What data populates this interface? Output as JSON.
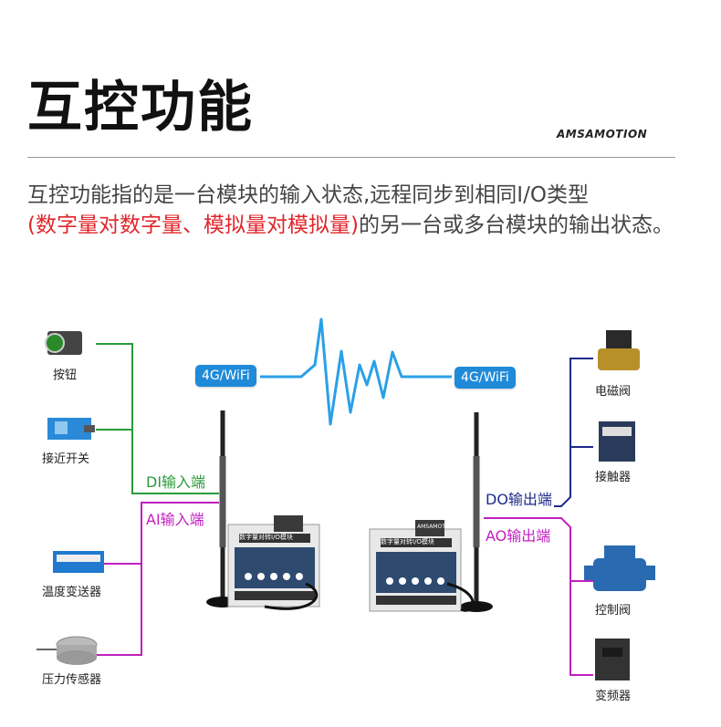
{
  "header": {
    "title": "互控功能",
    "brand": "AMSAMOTION"
  },
  "description": {
    "part1": "互控功能指的是一台模块的输入状态,远程同步到相同I/O类型",
    "highlight": "(数字量对数字量、模拟量对模拟量)",
    "part2": "的另一台或多台模块的输出状态。"
  },
  "left_module": {
    "badge": "4G/WiFi",
    "di_label": "DI输入端",
    "ai_label": "AI输入端",
    "module_text": "数字量对转I/O模块"
  },
  "right_module": {
    "badge": "4G/WiFi",
    "do_label": "DO输出端",
    "ao_label": "AO输出端",
    "module_text": "数字量对转I/O模块",
    "module_brand": "AMSAMOTION"
  },
  "left_devices": {
    "button": "按钮",
    "proximity": "接近开关",
    "temperature": "温度变送器",
    "pressure": "压力传感器"
  },
  "right_devices": {
    "solenoid": "电磁阀",
    "contactor": "接触器",
    "control_valve": "控制阀",
    "inverter": "变频器"
  },
  "colors": {
    "digital_wire": "#2a9a3a",
    "analog_wire": "#c020c0",
    "output_wire": "#1c2a8a",
    "signal": "#2aa0e8",
    "highlight": "#e0262b",
    "badge": "#1f8ad8"
  }
}
